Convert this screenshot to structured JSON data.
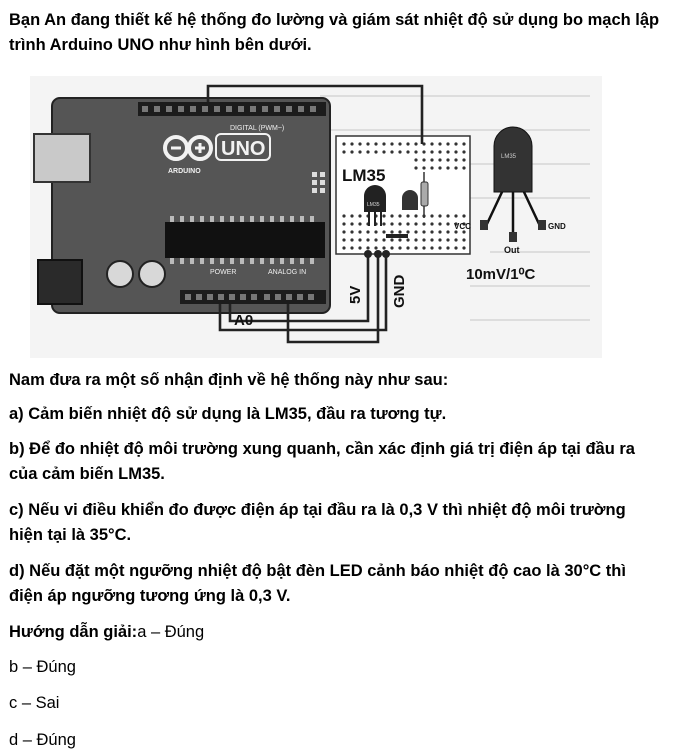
{
  "intro": "Bạn An đang thiết kế hệ thống đo lường và giám sát nhiệt độ sử dụng bo mạch lập trình Arduino UNO như hình bên dưới.",
  "figure": {
    "board_brand": "ARDUINO",
    "board_model": "UNO",
    "digital_header": "DIGITAL (PWM~)",
    "power_header": "POWER",
    "analog_header": "ANALOG IN",
    "sensor_label": "LM35",
    "sensor_small_label": "LM35",
    "pin_vcc": "VCC",
    "pin_gnd": "GND",
    "pin_out": "Out",
    "scale_factor": "10mV/1⁰C",
    "wire_5v": "5V",
    "wire_gnd": "GND",
    "wire_a0": "A0"
  },
  "statements_intro": "Nam đưa ra một số nhận định về hệ thống này như sau:",
  "statements": {
    "a": "a) Cảm biến nhiệt độ sử dụng là LM35, đầu ra tương tự.",
    "b_line1": "b) Để đo nhiệt độ môi trường xung quanh, cần xác định giá trị điện áp tại đầu ra",
    "b_line2": "của cảm biến LM35.",
    "c_line1": "c) Nếu vi điều khiển đo được điện áp tại đầu ra là 0,3 V thì nhiệt độ môi trường",
    "c_line2": "hiện tại là 35°C.",
    "d_line1": "d) Nếu đặt một ngưỡng nhiệt độ bật đèn LED cảnh báo nhiệt độ cao là 30°C thì",
    "d_line2": "điện áp ngưỡng tương ứng là 0,3 V."
  },
  "answers": {
    "heading": "Hướng dẫn giải:",
    "a": "a – Đúng",
    "b": "b – Đúng",
    "c": "c – Sai",
    "d": "d – Đúng"
  }
}
